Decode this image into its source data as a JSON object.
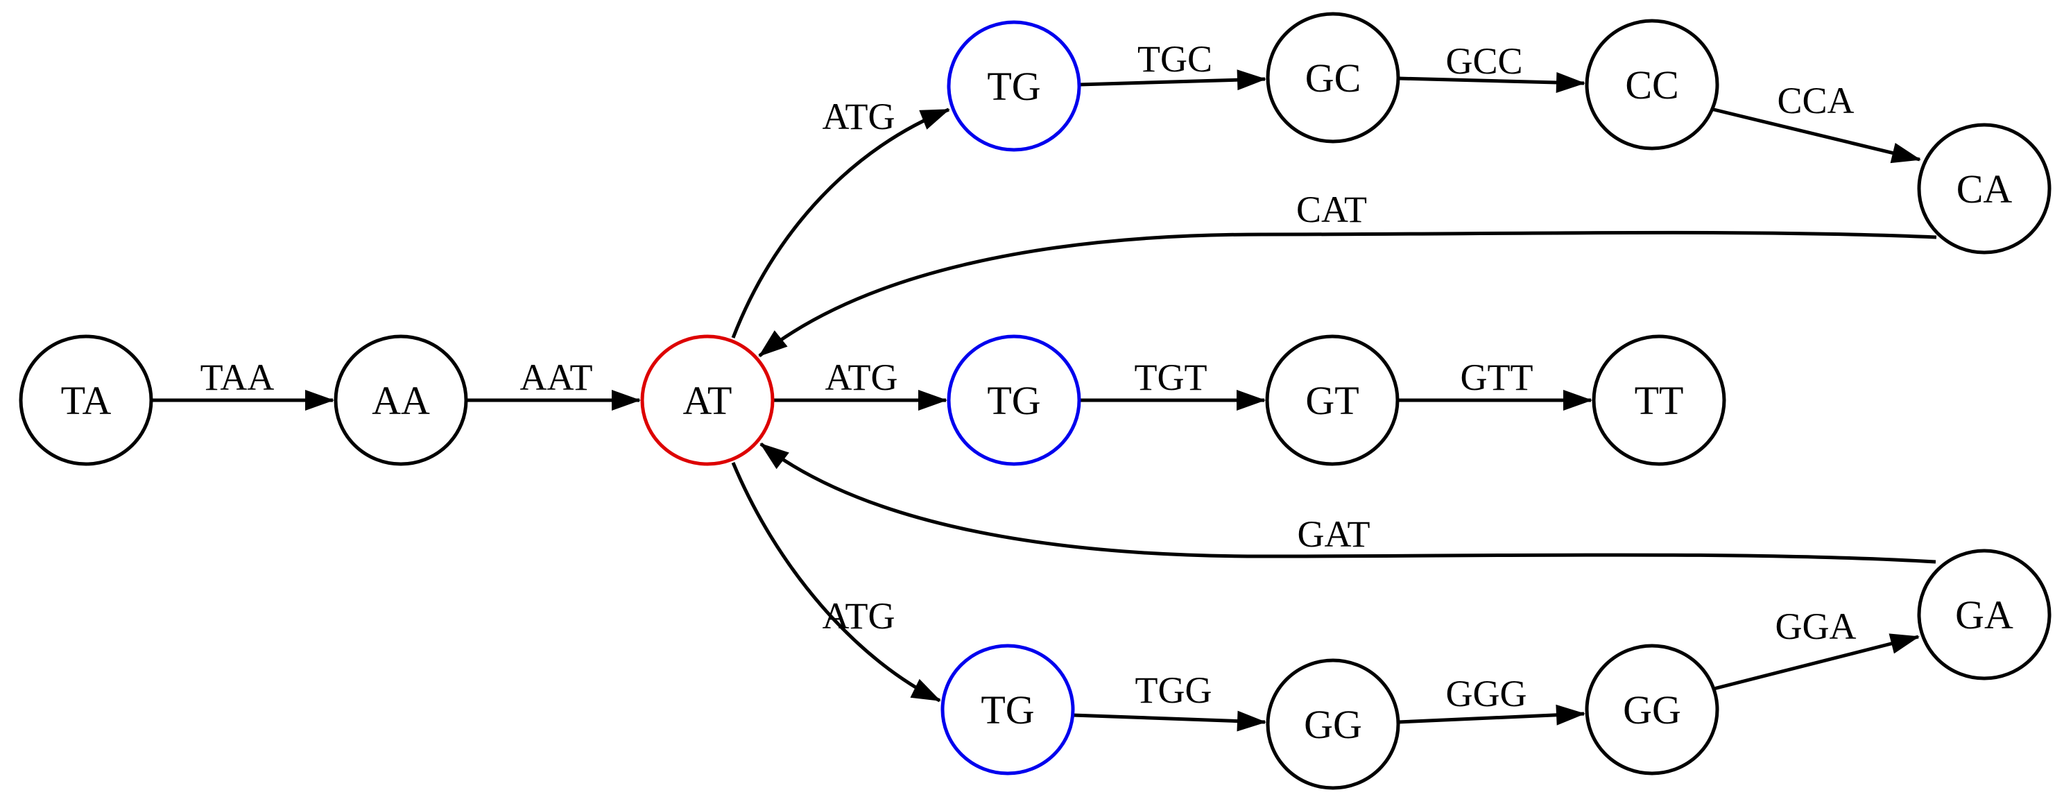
{
  "diagram": {
    "kind": "de-bruijn-graph",
    "background": "#ffffff",
    "colors": {
      "default_outline": "#000000",
      "highlight_outline": "#dd0000",
      "branch_outline": "#0000ee",
      "edge": "#000000"
    },
    "nodes": [
      {
        "id": "TA",
        "label": "TA",
        "outline": "#000000"
      },
      {
        "id": "AA",
        "label": "AA",
        "outline": "#000000"
      },
      {
        "id": "AT",
        "label": "AT",
        "outline": "#dd0000"
      },
      {
        "id": "TG-top",
        "label": "TG",
        "outline": "#0000ee"
      },
      {
        "id": "GC",
        "label": "GC",
        "outline": "#000000"
      },
      {
        "id": "CC",
        "label": "CC",
        "outline": "#000000"
      },
      {
        "id": "CA",
        "label": "CA",
        "outline": "#000000"
      },
      {
        "id": "TG-mid",
        "label": "TG",
        "outline": "#0000ee"
      },
      {
        "id": "GT",
        "label": "GT",
        "outline": "#000000"
      },
      {
        "id": "TT",
        "label": "TT",
        "outline": "#000000"
      },
      {
        "id": "TG-bottom",
        "label": "TG",
        "outline": "#0000ee"
      },
      {
        "id": "GG-left",
        "label": "GG",
        "outline": "#000000"
      },
      {
        "id": "GG-right",
        "label": "GG",
        "outline": "#000000"
      },
      {
        "id": "GA",
        "label": "GA",
        "outline": "#000000"
      }
    ],
    "edges": [
      {
        "from": "TA",
        "to": "AA",
        "label": "TAA"
      },
      {
        "from": "AA",
        "to": "AT",
        "label": "AAT"
      },
      {
        "from": "AT",
        "to": "TG-top",
        "label": "ATG"
      },
      {
        "from": "AT",
        "to": "TG-mid",
        "label": "ATG"
      },
      {
        "from": "AT",
        "to": "TG-bottom",
        "label": "ATG"
      },
      {
        "from": "TG-top",
        "to": "GC",
        "label": "TGC"
      },
      {
        "from": "GC",
        "to": "CC",
        "label": "GCC"
      },
      {
        "from": "CC",
        "to": "CA",
        "label": "CCA"
      },
      {
        "from": "CA",
        "to": "AT",
        "label": "CAT"
      },
      {
        "from": "TG-mid",
        "to": "GT",
        "label": "TGT"
      },
      {
        "from": "GT",
        "to": "TT",
        "label": "GTT"
      },
      {
        "from": "TG-bottom",
        "to": "GG-left",
        "label": "TGG"
      },
      {
        "from": "GG-left",
        "to": "GG-right",
        "label": "GGG"
      },
      {
        "from": "GG-right",
        "to": "GA",
        "label": "GGA"
      },
      {
        "from": "GA",
        "to": "AT",
        "label": "GAT"
      }
    ]
  }
}
